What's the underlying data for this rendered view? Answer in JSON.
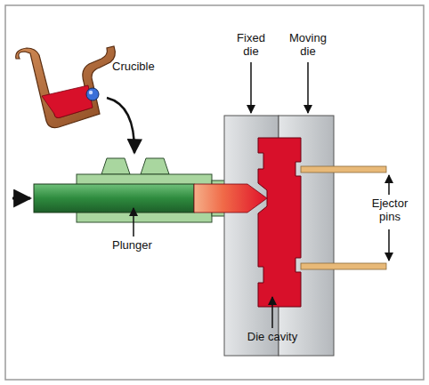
{
  "diagram": {
    "labels": [
      "Crucible",
      "Fixed die",
      "Moving die",
      "Ejector pins",
      "Plunger",
      "Die cavity"
    ]
  }
}
